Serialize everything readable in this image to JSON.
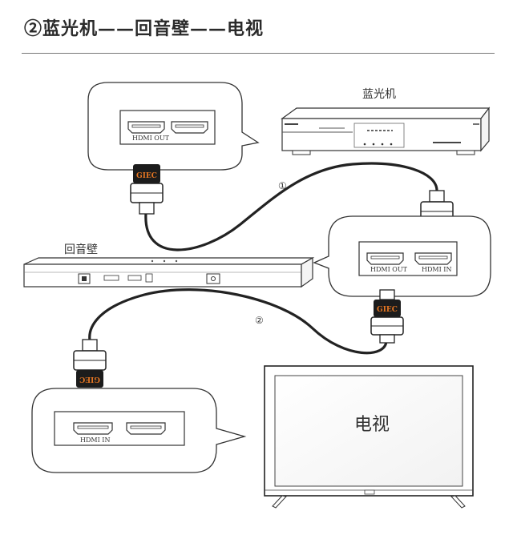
{
  "title": "②蓝光机——回音壁——电视",
  "devices": {
    "bluray": {
      "label": "蓝光机"
    },
    "soundbar": {
      "label": "回音壁"
    },
    "tv": {
      "label": "电视"
    }
  },
  "callouts": {
    "bluray_ports": {
      "port_label": "HDMI OUT"
    },
    "soundbar_ports": {
      "port_out_label": "HDMI OUT",
      "port_in_label": "HDMI IN"
    },
    "tv_ports": {
      "port_label": "HDMI IN"
    }
  },
  "cables": {
    "cable1": {
      "label": "①"
    },
    "cable2": {
      "label": "②"
    }
  },
  "connectors": {
    "brand_text": "GIEC",
    "brand_color": "#e87722"
  }
}
